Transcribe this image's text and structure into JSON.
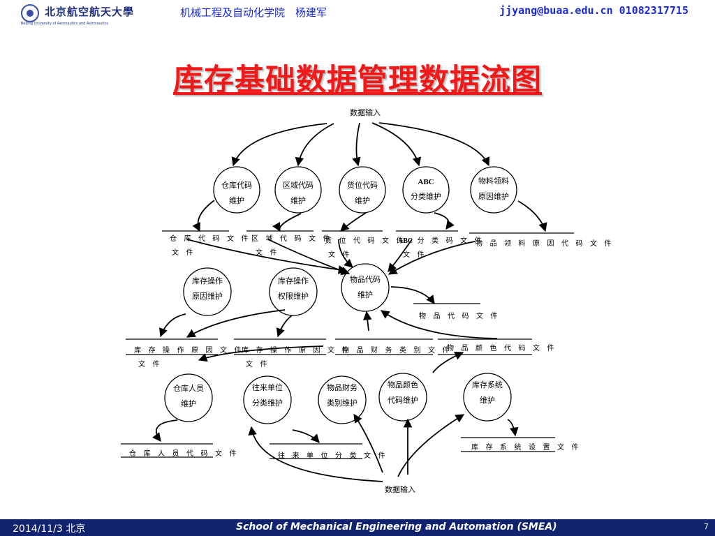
{
  "header": {
    "logo_cn": "北京航空航天大學",
    "logo_en": "Beijing University of Aeronautics and Astronautics",
    "center_text": "机械工程及自动化学院　杨建军",
    "right_text": "jjyang@buaa.edu.cn  01082317715"
  },
  "title": "库存基础数据管理数据流图",
  "diagram": {
    "top_source": "数据输入",
    "bottom_source": "数据输入",
    "processes": {
      "warehouse_code": "仓库代码维护",
      "region_code": "区域代码维护",
      "location_code": "货位代码维护",
      "abc_class_title": "ABC",
      "abc_class": "分类维护",
      "issue_reason": "物料领料原因维护",
      "inv_op_reason": "库存操作原因维护",
      "inv_op_permission": "库存操作权限维护",
      "item_code": "物品代码维护",
      "warehouse_staff": "仓库人员维护",
      "partner_class": "往来单位分类维护",
      "item_fin_class": "物品财务类别维护",
      "item_color": "物品颜色代码维护",
      "inv_system": "库存系统维护"
    },
    "stores": {
      "warehouse_code_file": "仓 库 代 码 文 件",
      "warehouse_code_file_2": "文 件",
      "region_code_file": "区 域 代 码 文 件",
      "region_code_file_2": "文 件",
      "location_code_file": "货 位 代 码 文 件",
      "location_code_file_2": "文 件",
      "abc_class_file_prefix": "ABC",
      "abc_class_file": " 分 类 码 文 件",
      "abc_class_file_2": "文 件",
      "issue_reason_file": "物 品 领 料 原 因 代 码 文 件",
      "item_code_file": "物 品 代 码 文 件",
      "inv_op_reason_file": "库 存 操 作 原 因 文 件",
      "inv_op_reason_file_2": "文 件",
      "inv_op_perm_file": "库 存 操 作 原 因 文 件",
      "inv_op_perm_file_2": "文 件",
      "item_fin_class_file": "物 品 财 务 类 别  文 件",
      "item_color_file": "物 品 颜 色 代 码  文 件",
      "staff_file": "仓 库 人 员 代 码  文 件",
      "partner_class_file": "往 来 单 位 分 类 文 件",
      "inv_system_file": "库 存  系 统 设 置 文 件"
    }
  },
  "footer": {
    "left": "2014/11/3 北京",
    "center": "School of Mechanical Engineering and Automation (SMEA)",
    "page": "7"
  }
}
